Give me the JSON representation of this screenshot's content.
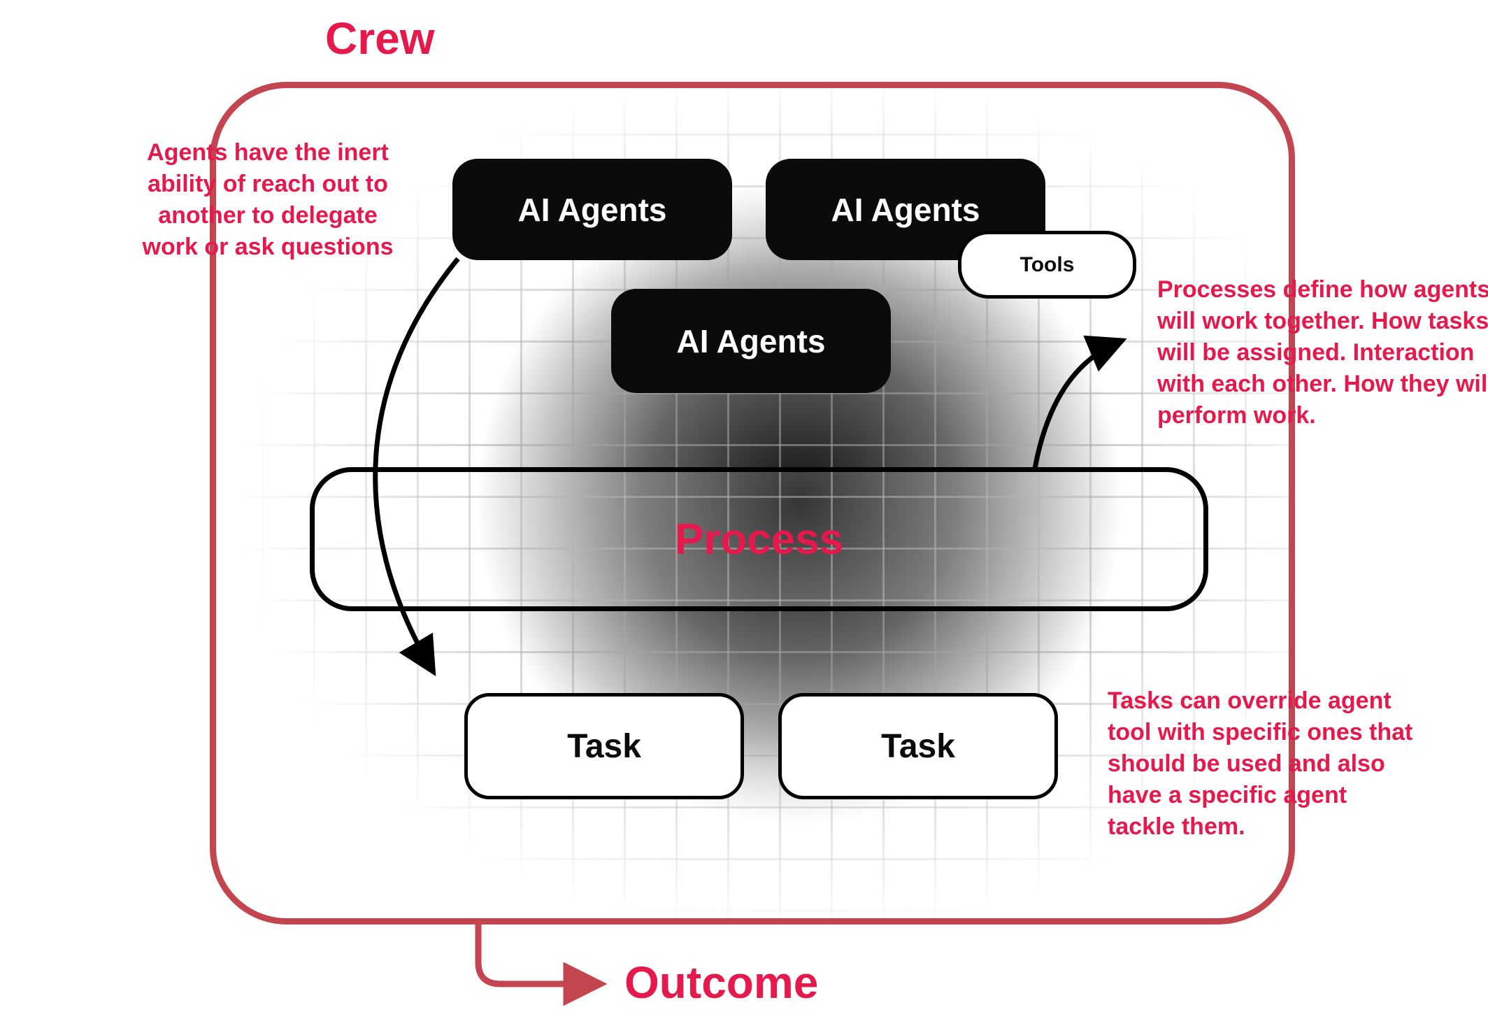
{
  "diagram": {
    "title": "Crew",
    "outcome": "Outcome",
    "nodes": {
      "agent_top_left": "AI Agents",
      "agent_top_right": "AI Agents",
      "agent_middle": "AI Agents",
      "tools": "Tools",
      "process": "Process",
      "task_left": "Task",
      "task_right": "Task"
    },
    "annotations": {
      "agents_note": "Agents have the inert ability of reach out to another to delegate work or ask questions",
      "process_note": "Processes define how agents will work together. How tasks will be assigned. Interaction with each other. How they will perform work.",
      "tasks_note": "Tasks can override agent tool with specific ones that should be used and also have a specific agent tackle them."
    },
    "colors": {
      "accent_text": "#e5194c",
      "frame_red": "#c2454f",
      "node_black": "#0b0b0b"
    }
  }
}
